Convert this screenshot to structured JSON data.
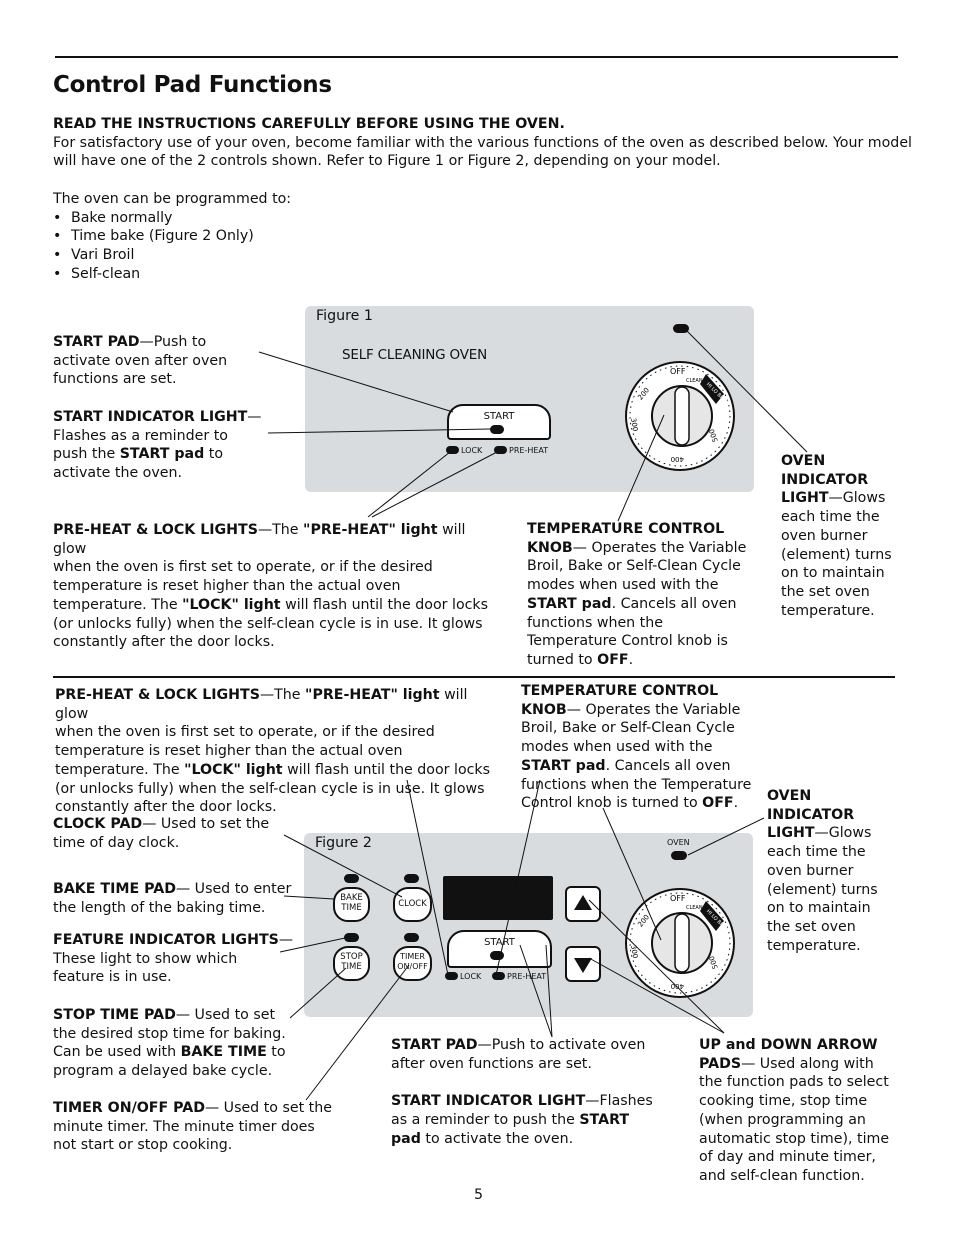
{
  "title": "Control Pad Functions",
  "intro": {
    "heading": "READ THE INSTRUCTIONS CAREFULLY BEFORE USING THE OVEN.",
    "line1": "For satisfactory use of your oven, become familiar with the various functions of the oven as described below. Your model",
    "line2": "will have one of the 2 controls shown. Refer to Figure 1 or Figure 2, depending on your model.",
    "programmed": "The oven can be programmed to:",
    "bullets": [
      "Bake normally",
      "Time bake (Figure 2 Only)",
      "Vari Broil",
      "Self-clean"
    ]
  },
  "figure1": {
    "label": "Figure 1",
    "panel_title": "SELF CLEANING OVEN",
    "start_pad": "START",
    "lock": "LOCK",
    "preheat": "PRE-HEAT",
    "knob": {
      "off": "OFF",
      "clean": "CLEAN",
      "broil": "HI LO BROIL",
      "t200": "200",
      "t300": "300",
      "t400": "400",
      "t500": "500"
    },
    "start_pad_text": {
      "b": "START PAD",
      "l1": "—Push to",
      "l2": "activate oven after oven",
      "l3": "functions are set."
    },
    "start_light_text": {
      "b": "START INDICATOR LIGHT",
      "l1": "—",
      "l2": "Flashes as a reminder to",
      "l3a": "push the ",
      "l3b": "START pad",
      "l3c": " to",
      "l4": "activate the oven."
    },
    "preheat_text": {
      "b1": "PRE-HEAT & LOCK LIGHTS",
      "l1a": "—The ",
      "b2": "\"PRE-HEAT\" light",
      "l1b": " will glow",
      "l2": "when the oven is first set to operate, or if the desired",
      "l3": "temperature is reset higher than the actual oven",
      "l4a": "temperature. The ",
      "b3": "\"LOCK\" light",
      "l4b": " will flash until the door locks",
      "l5": "(or unlocks fully) when the self-clean cycle is in use. It glows",
      "l6": "constantly after the door locks."
    },
    "temp_text": {
      "b1": "TEMPERATURE CONTROL",
      "b2": "KNOB",
      "l2": "— Operates the Variable",
      "l3": "Broil, Bake or Self-Clean Cycle",
      "l4": "modes when used with the",
      "b3": "START pad",
      "l5": ". Cancels all oven",
      "l6": "functions when the",
      "l7": "Temperature Control knob is",
      "l8a": "turned to ",
      "b4": "OFF",
      "l8b": "."
    },
    "oven_text": {
      "b1": "OVEN",
      "b2": "INDICATOR",
      "b3": "LIGHT",
      "l3": "—Glows",
      "l4": "each time the",
      "l5": "oven burner",
      "l6": "(element) turns",
      "l7": "on to maintain",
      "l8": "the set oven",
      "l9": "temperature."
    }
  },
  "figure2": {
    "label": "Figure 2",
    "oven_label": "OVEN",
    "pads": {
      "bake_time": "BAKE TIME",
      "clock": "CLOCK",
      "stop_time": "STOP TIME",
      "timer": "TIMER ON/OFF",
      "start": "START"
    },
    "lock": "LOCK",
    "preheat": "PRE-HEAT",
    "knob": {
      "off": "OFF",
      "clean": "CLEAN",
      "broil": "HI LO BROIL",
      "t200": "200",
      "t300": "300",
      "t400": "400",
      "t500": "500"
    },
    "preheat_text": {
      "b1": "PRE-HEAT & LOCK LIGHTS",
      "l1a": "—The ",
      "b2": "\"PRE-HEAT\" light",
      "l1b": " will glow",
      "l2": "when the oven is first set to operate, or if the desired",
      "l3": "temperature is reset higher than the actual oven",
      "l4a": "temperature. The ",
      "b3": "\"LOCK\" light",
      "l4b": " will flash until the door locks",
      "l5": "(or unlocks fully) when the self-clean cycle is in use. It glows",
      "l6": "constantly after the door locks."
    },
    "temp_text": {
      "b1": "TEMPERATURE CONTROL",
      "b2": "KNOB",
      "l2": "— Operates the Variable",
      "l3": "Broil, Bake or Self-Clean Cycle",
      "l4": "modes when used with the",
      "b3": "START pad",
      "l5": ". Cancels all oven",
      "l6": "functions when the Temperature",
      "l7a": "Control knob is turned to ",
      "b4": "OFF",
      "l7b": "."
    },
    "oven_text": {
      "b1": "OVEN",
      "b2": "INDICATOR",
      "b3": "LIGHT",
      "l3": "—Glows",
      "l4": "each time the",
      "l5": "oven burner",
      "l6": "(element) turns",
      "l7": "on to maintain",
      "l8": "the set oven",
      "l9": "temperature."
    },
    "clock_text": {
      "b": "CLOCK PAD",
      "l1": "— Used to set the",
      "l2": "time of day clock."
    },
    "bake_text": {
      "b": "BAKE TIME PAD",
      "l1": "— Used to enter",
      "l2": "the length of the baking time."
    },
    "feature_text": {
      "b": "FEATURE INDICATOR LIGHTS",
      "l1": "—",
      "l2": "These light to show which",
      "l3": "feature is in use."
    },
    "stop_text": {
      "b1": "STOP TIME PAD",
      "l1": "— Used to set",
      "l2": "the desired stop time for baking.",
      "l3a": "Can be used with ",
      "b2": "BAKE TIME",
      "l3b": " to",
      "l4": "program a delayed bake cycle."
    },
    "timer_text": {
      "b": "TIMER ON/OFF PAD",
      "l1": "— Used to set the",
      "l2": "minute timer. The minute timer does",
      "l3": "not start or stop cooking."
    },
    "start_text": {
      "b1": "START PAD",
      "l1": "—Push to activate oven",
      "l2": "after oven functions are set.",
      "b2": "START INDICATOR LIGHT",
      "l3": "—Flashes",
      "l4a": "as a reminder to push the ",
      "b3": "START",
      "b4": "pad",
      "l5": " to activate the oven."
    },
    "arrow_text": {
      "b1": "UP and DOWN ARROW",
      "b2": "PADS",
      "l1": "— Used along with",
      "l2": "the function pads to select",
      "l3": "cooking time, stop time",
      "l4": "(when programming an",
      "l5": "automatic stop time), time",
      "l6": "of day and minute timer,",
      "l7": "and self-clean function."
    }
  },
  "page_number": "5"
}
